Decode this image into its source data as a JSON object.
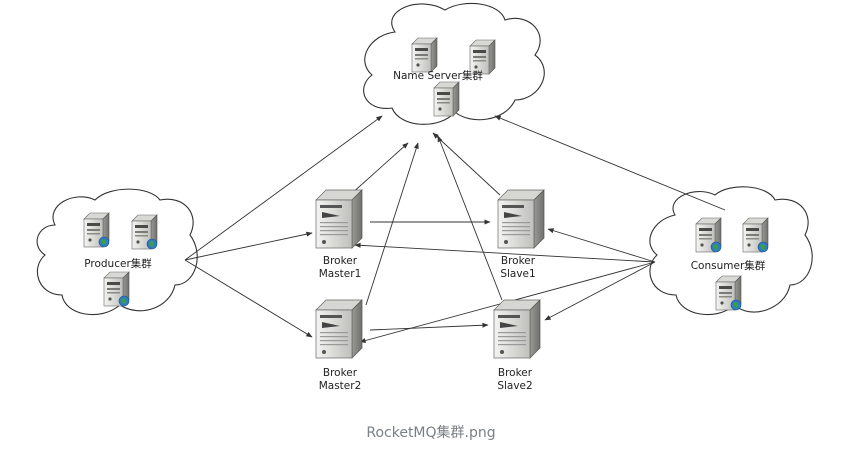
{
  "clusters": {
    "name_server": "Name Server集群",
    "producer": "Producer集群",
    "consumer": "Consumer集群"
  },
  "brokers": {
    "master1": {
      "line1": "Broker",
      "line2": "Master1"
    },
    "slave1": {
      "line1": "Broker",
      "line2": "Slave1"
    },
    "master2": {
      "line1": "Broker",
      "line2": "Master2"
    },
    "slave2": {
      "line1": "Broker",
      "line2": "Slave2"
    }
  },
  "caption": "RocketMQ集群.png"
}
